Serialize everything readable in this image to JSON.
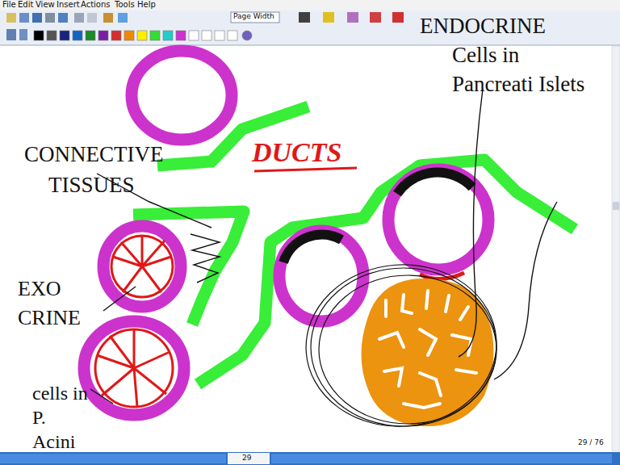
{
  "diagram": {
    "labels": [
      "File",
      "Edit",
      "View",
      "Insert",
      "Actions",
      "Tools",
      "Help",
      "Page Width",
      "CONNECTIVE TISSUES",
      "DUCTS",
      "EXO CRINE",
      "cells in P. Acini",
      "ENDOCRINE Cells in Pancreati Islets",
      "29 / 76",
      "29"
    ]
  }
}
